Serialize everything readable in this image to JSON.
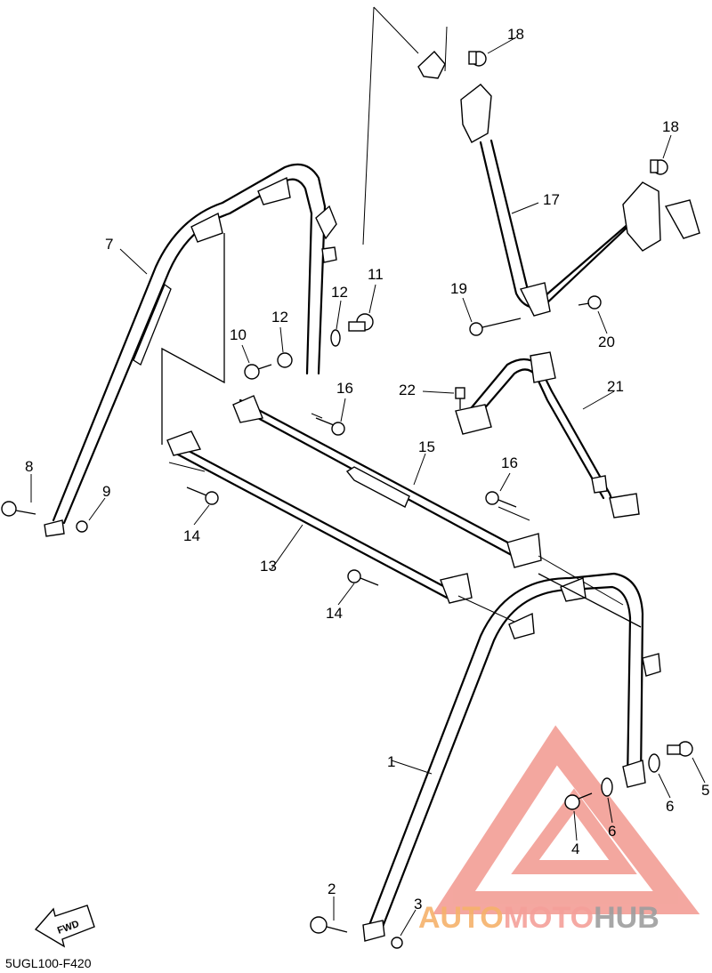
{
  "diagram_code": "5UGL100-F420",
  "fwd_label": "FWD",
  "watermark": {
    "part1": "AUTO",
    "part2": "MOTO",
    "part3": "HUB",
    "color_primary": "#f4a09a",
    "color_secondary": "#f5b673",
    "color_tertiary": "#9e9e9e"
  },
  "callouts": [
    "1",
    "2",
    "3",
    "4",
    "5",
    "6",
    "6",
    "7",
    "8",
    "9",
    "10",
    "11",
    "12",
    "12",
    "13",
    "14",
    "14",
    "15",
    "16",
    "16",
    "17",
    "18",
    "18",
    "19",
    "20",
    "21",
    "22"
  ]
}
